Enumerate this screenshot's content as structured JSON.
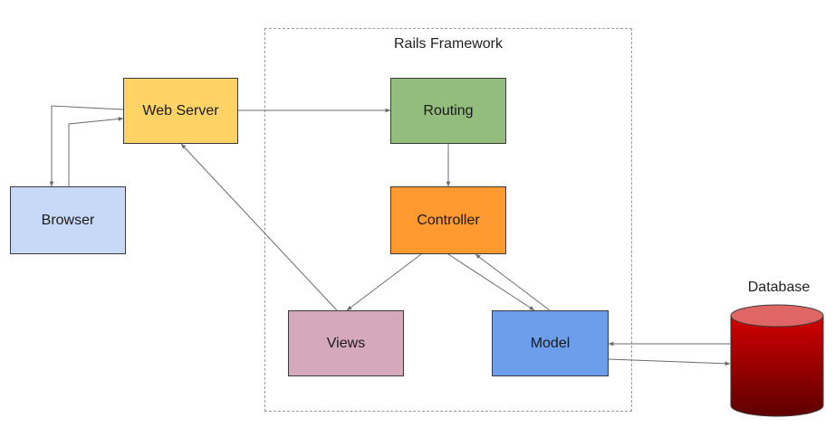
{
  "diagram": {
    "framework_label": "Rails Framework",
    "nodes": {
      "web_server": {
        "label": "Web Server",
        "color": "#ffd366"
      },
      "routing": {
        "label": "Routing",
        "color": "#92bd7c"
      },
      "controller": {
        "label": "Controller",
        "color": "#fe9a2f"
      },
      "browser": {
        "label": "Browser",
        "color": "#c8d9f8"
      },
      "views": {
        "label": "Views",
        "color": "#d6a8bb"
      },
      "model": {
        "label": "Model",
        "color": "#6d9eeb"
      }
    },
    "database": {
      "label": "Database",
      "color_top": "#e06666",
      "color_body": "#cc0000"
    }
  }
}
